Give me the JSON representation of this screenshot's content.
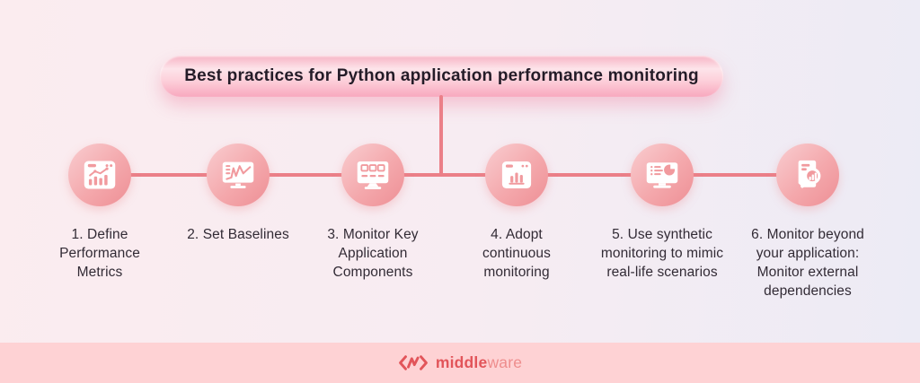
{
  "title": "Best practices for Python application performance monitoring",
  "steps": [
    {
      "label": "1. Define\nPerformance\nMetrics",
      "icon": "browser-bar-chart-icon"
    },
    {
      "label": "2. Set Baselines",
      "icon": "monitor-line-chart-icon"
    },
    {
      "label": "3. Monitor Key\nApplication\nComponents",
      "icon": "monitor-components-icon"
    },
    {
      "label": "4. Adopt\ncontinuous\nmonitoring",
      "icon": "browser-histogram-icon"
    },
    {
      "label": "5. Use synthetic\nmonitoring to mimic\nreal-life scenarios",
      "icon": "monitor-checklist-pie-icon"
    },
    {
      "label": "6. Monitor beyond\nyour application:\nMonitor external\ndependencies",
      "icon": "document-magnifier-chart-icon"
    }
  ],
  "footer": {
    "brand_bold": "middle",
    "brand_light": "ware"
  },
  "colors": {
    "connector_line": "#eb7f88",
    "banner_text": "#241c28",
    "footer_band": "#fed2d4",
    "brand_red": "#e2555a",
    "circle_detail_pink": "#f19a9e"
  }
}
